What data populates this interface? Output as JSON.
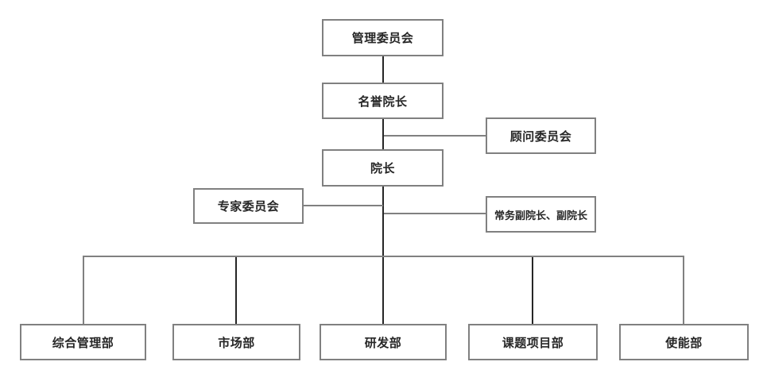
{
  "diagram": {
    "type": "org-chart",
    "nodes": {
      "management_committee": "管理委员会",
      "honorary_dean": "名誉院长",
      "advisory_committee": "顾问委员会",
      "dean": "院长",
      "expert_committee": "专家委员会",
      "vice_deans": "常务副院长、副院长",
      "general_management_dept": "综合管理部",
      "marketing_dept": "市场部",
      "rnd_dept": "研发部",
      "project_dept": "课题项目部",
      "enablement_dept": "使能部"
    },
    "hierarchy": {
      "top_chain": [
        "管理委员会",
        "名誉院长",
        "院长"
      ],
      "attached_between_honorary_and_dean_right": [
        "顾问委员会"
      ],
      "attached_below_dean_left": [
        "专家委员会"
      ],
      "attached_below_dean_right": [
        "常务副院长、副院长"
      ],
      "departments": [
        "综合管理部",
        "市场部",
        "研发部",
        "课题项目部",
        "使能部"
      ]
    }
  },
  "colors": {
    "background": "#ffffff",
    "box_border": "#808080",
    "gray_line": "#808080",
    "dark_line": "#262626",
    "text": "#262626"
  }
}
